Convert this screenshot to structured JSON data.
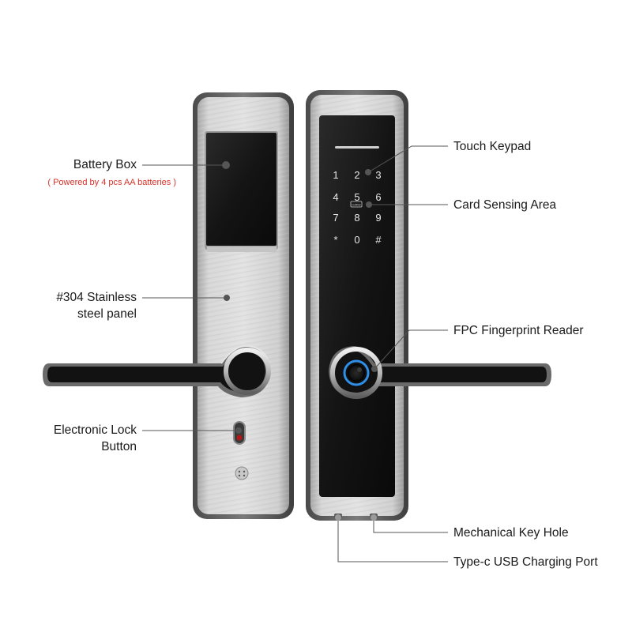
{
  "labels": {
    "battery_box": "Battery Box",
    "battery_note": "( Powered by 4 pcs AA batteries )",
    "panel_line1": "#304 Stainless",
    "panel_line2": "steel panel",
    "lock_button_line1": "Electronic Lock",
    "lock_button_line2": "Button",
    "touch_keypad": "Touch Keypad",
    "card_area": "Card Sensing Area",
    "fingerprint": "FPC Fingerprint Reader",
    "key_hole": "Mechanical Key Hole",
    "usb_port": "Type-c USB Charging Port"
  },
  "keypad": {
    "keys": [
      "1",
      "2",
      "3",
      "4",
      "5",
      "6",
      "7",
      "8",
      "9",
      "*",
      "0",
      "#"
    ],
    "card_badge": "CARD"
  },
  "colors": {
    "steel_light": "#dcdcdc",
    "steel_dark": "#9a9a9a",
    "glass": "#151515",
    "fingerprint_ring": "#2f8fe8",
    "note_red": "#d8322a",
    "leader_line": "#555555",
    "lock_button_red": "#b01818"
  }
}
